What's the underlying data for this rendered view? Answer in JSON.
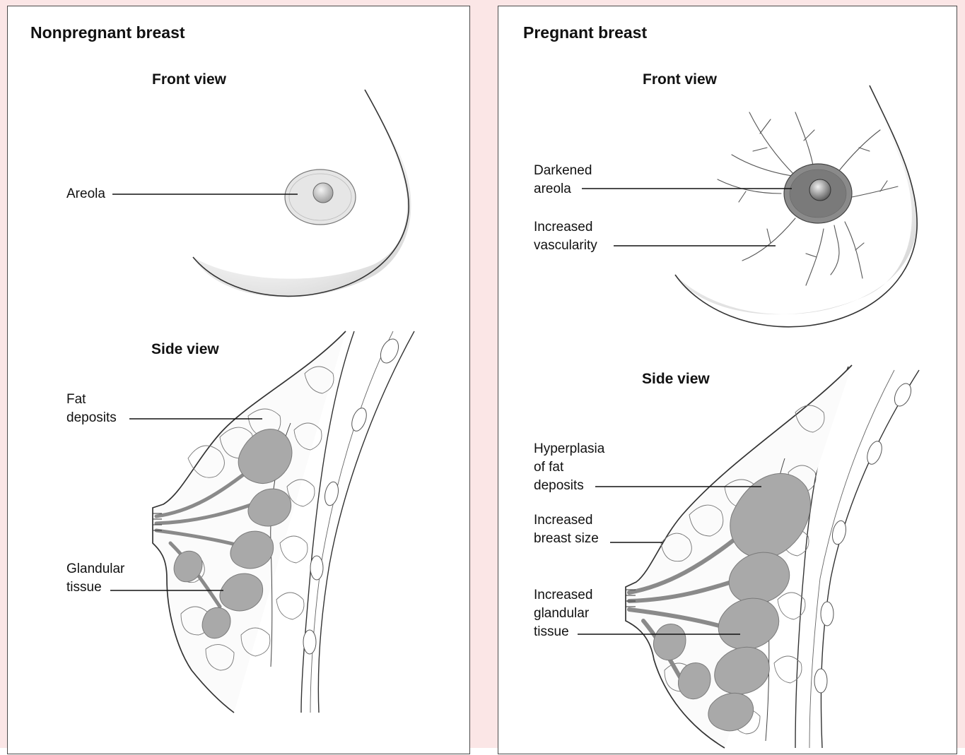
{
  "colors": {
    "page_background": "#fbe6e6",
    "panel_background": "#ffffff",
    "panel_border": "#4a4a4a",
    "gland": "#a9a9a9",
    "areola": "#d8d8d8",
    "darkened_areola": "#8a8a8a",
    "skin_shadow": "#d6d6d6"
  },
  "left_panel": {
    "title": "Nonpregnant breast",
    "front_view": {
      "heading": "Front view",
      "labels": {
        "areola": "Areola"
      }
    },
    "side_view": {
      "heading": "Side view",
      "labels": {
        "fat_deposits": "Fat\ndeposits",
        "glandular_tissue": "Glandular\ntissue"
      }
    }
  },
  "right_panel": {
    "title": "Pregnant breast",
    "front_view": {
      "heading": "Front view",
      "labels": {
        "darkened_areola": "Darkened\nareola",
        "increased_vascularity": "Increased\nvascularity"
      }
    },
    "side_view": {
      "heading": "Side view",
      "labels": {
        "hyperplasia_fat": "Hyperplasia\nof fat\ndeposits",
        "increased_breast_size": "Increased\nbreast size",
        "increased_glandular_tissue": "Increased\nglandular\ntissue"
      }
    }
  },
  "icons": [
    "nonpregnant-front-breast-illustration",
    "nonpregnant-side-breast-illustration",
    "pregnant-front-breast-illustration",
    "pregnant-side-breast-illustration"
  ]
}
